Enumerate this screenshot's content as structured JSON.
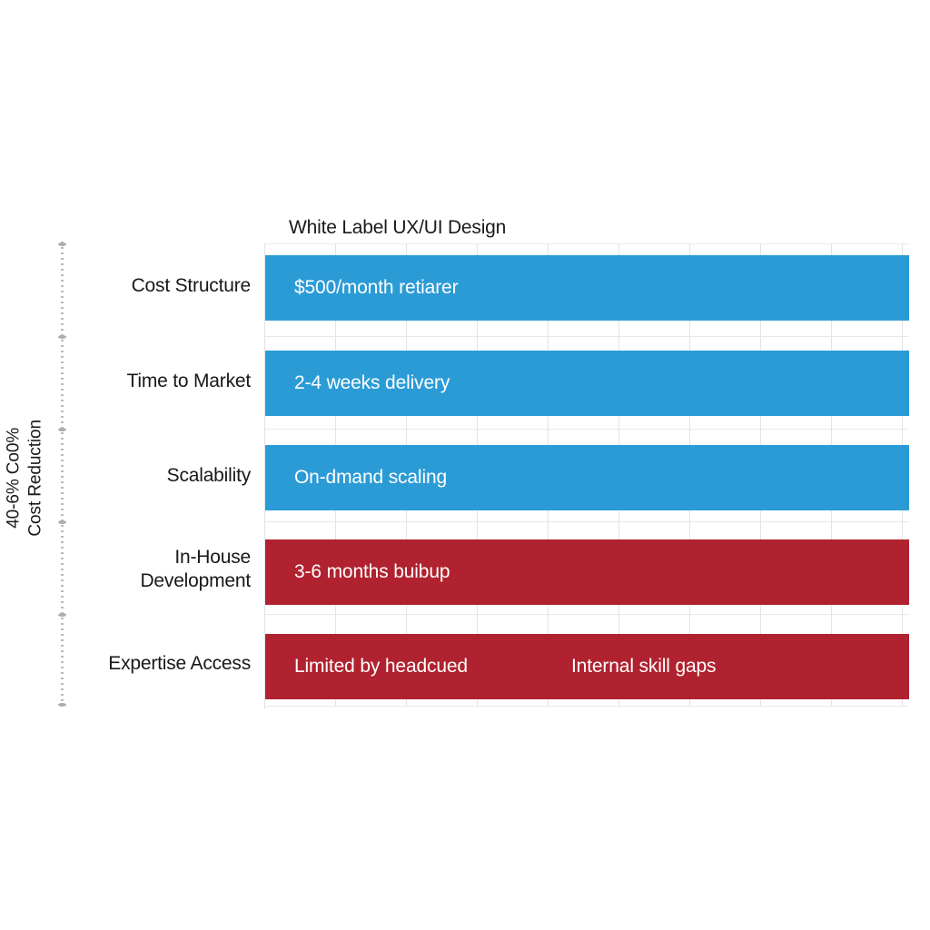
{
  "chart_data": {
    "type": "bar",
    "orientation": "horizontal",
    "title": "White Label UX/UI Design",
    "ylabel_lines": [
      "40-6% Co0%",
      "Cost Reduction"
    ],
    "xlabel": "",
    "grid": true,
    "legend": "none",
    "colors": {
      "white_label": "#2b9bd6",
      "in_house": "#b0222f",
      "gridline": "#e3e3e3",
      "spine": "#b8bcc0",
      "text": "#1a1a1a",
      "bar_text": "#ffffff"
    },
    "x_gridline_count": 10,
    "categories": [
      "Cost Structure",
      "Time to Market",
      "Scalability",
      "In-House Development",
      "Expertise Access"
    ],
    "series": [
      {
        "name": "White Label UX/UI Design",
        "color": "#2b9bd6",
        "values": [
          100,
          100,
          100,
          0,
          0
        ]
      },
      {
        "name": "In-House",
        "color": "#b0222f",
        "values": [
          0,
          0,
          0,
          100,
          100
        ]
      }
    ],
    "bars": [
      {
        "category": "Cost Structure",
        "category_lines": [
          "Cost Structure"
        ],
        "color_key": "white_label",
        "color": "#2b9bd6",
        "value": 100,
        "labels": [
          {
            "text": "$500/month retiarer",
            "x_pct": 4.5
          }
        ]
      },
      {
        "category": "Time to Market",
        "category_lines": [
          "Time to Market"
        ],
        "color_key": "white_label",
        "color": "#2b9bd6",
        "value": 100,
        "labels": [
          {
            "text": "2-4 weeks delivery",
            "x_pct": 4.5
          }
        ]
      },
      {
        "category": "Scalability",
        "category_lines": [
          "Scalability"
        ],
        "color_key": "white_label",
        "color": "#2b9bd6",
        "value": 100,
        "labels": [
          {
            "text": "On-dmand scaling",
            "x_pct": 4.5
          }
        ]
      },
      {
        "category": "In-House Development",
        "category_lines": [
          "In-House",
          "Development"
        ],
        "color_key": "in_house",
        "color": "#b0222f",
        "value": 100,
        "labels": [
          {
            "text": "3-6 months buibup",
            "x_pct": 4.5
          }
        ]
      },
      {
        "category": "Expertise Access",
        "category_lines": [
          "Expertise Access"
        ],
        "color_key": "in_house",
        "color": "#b0222f",
        "value": 100,
        "labels": [
          {
            "text": "Limited by headcued",
            "x_pct": 4.5
          },
          {
            "text": "Internal skill gaps",
            "x_pct": 47.5
          }
        ]
      }
    ]
  }
}
